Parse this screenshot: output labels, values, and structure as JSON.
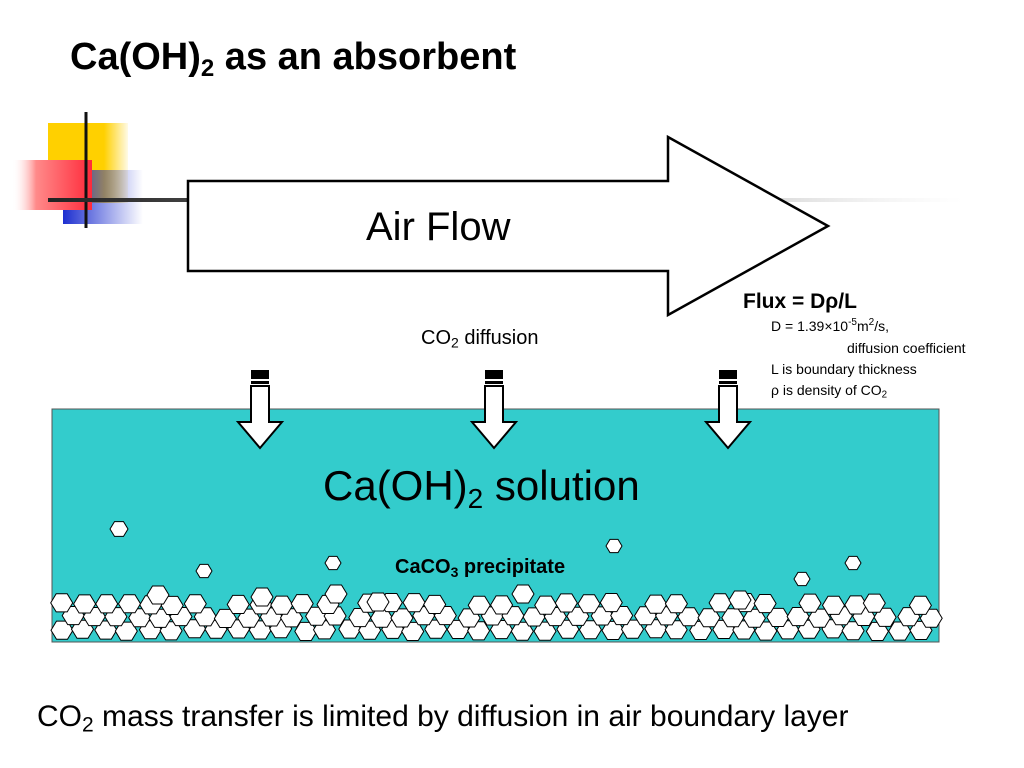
{
  "title": {
    "main": "Ca(OH)",
    "sub": "2",
    "rest": " as an absorbent"
  },
  "air_flow": {
    "label": "Air Flow"
  },
  "co2_diffusion": {
    "co": "CO",
    "sub": "2",
    "rest": " diffusion"
  },
  "solution": {
    "main": "Ca(OH)",
    "sub": "2",
    "rest": " solution"
  },
  "precipitate": {
    "main": "CaCO",
    "sub": "3",
    "rest": " precipitate"
  },
  "flux": {
    "title": "Flux = Dρ/L",
    "d_value_pre": "D = 1.39×10",
    "d_value_exp": "-5",
    "d_value_mid": "m",
    "d_value_exp2": "2",
    "d_value_post": "/s,",
    "d_desc": "diffusion coefficient",
    "l_desc": "L is boundary thickness",
    "rho_desc": "ρ is density of CO",
    "rho_sub": "2"
  },
  "footer": {
    "co": "CO",
    "sub": "2",
    "rest": " mass transfer is limited by diffusion in air boundary layer"
  },
  "colors": {
    "solution_fill": "#33CCCC",
    "deco_yellow": "#FFD200",
    "deco_blue": "#2233CC",
    "deco_red": "#FF3344"
  }
}
